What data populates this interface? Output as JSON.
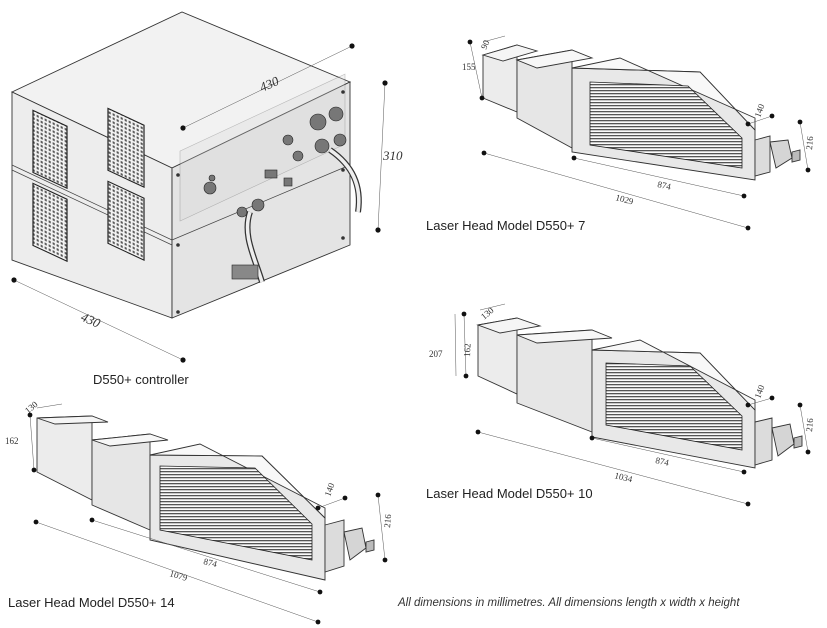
{
  "controller": {
    "caption": "D550+ controller",
    "dims": {
      "depth": "430",
      "width": "430",
      "height": "310"
    }
  },
  "heads": [
    {
      "caption": "Laser Head Model D550+ 7",
      "dims": {
        "top_width": "90",
        "end_height": "155",
        "tube_height": "140",
        "exit_height": "216",
        "tube_length": "874",
        "overall_length": "1029"
      }
    },
    {
      "caption": "Laser Head Model D550+ 10",
      "dims": {
        "top_width": "130",
        "end_height": "162",
        "total_height": "207",
        "tube_height": "140",
        "exit_height": "216",
        "tube_length": "874",
        "overall_length": "1034"
      }
    },
    {
      "caption": "Laser Head Model D550+ 14",
      "dims": {
        "top_width": "130",
        "end_height": "162",
        "tube_height": "140",
        "exit_height": "216",
        "tube_length": "874",
        "overall_length": "1079"
      }
    }
  ],
  "note": "All dimensions in millimetres. All dimensions length x width x height"
}
